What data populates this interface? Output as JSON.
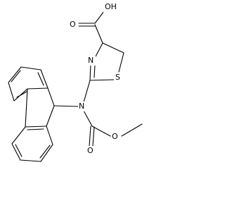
{
  "molecule": {
    "atoms": {
      "hydroxyl_oh": "OH",
      "carbonyl_o_acid": "O",
      "ring_nitrogen": "N",
      "ring_sulfur": "S",
      "amine_nitrogen": "N",
      "ester_o": "O",
      "carbonyl_o_carbamate": "O"
    },
    "colors": {
      "bond": "#000000",
      "label": "#000000",
      "background": "#ffffff"
    }
  }
}
